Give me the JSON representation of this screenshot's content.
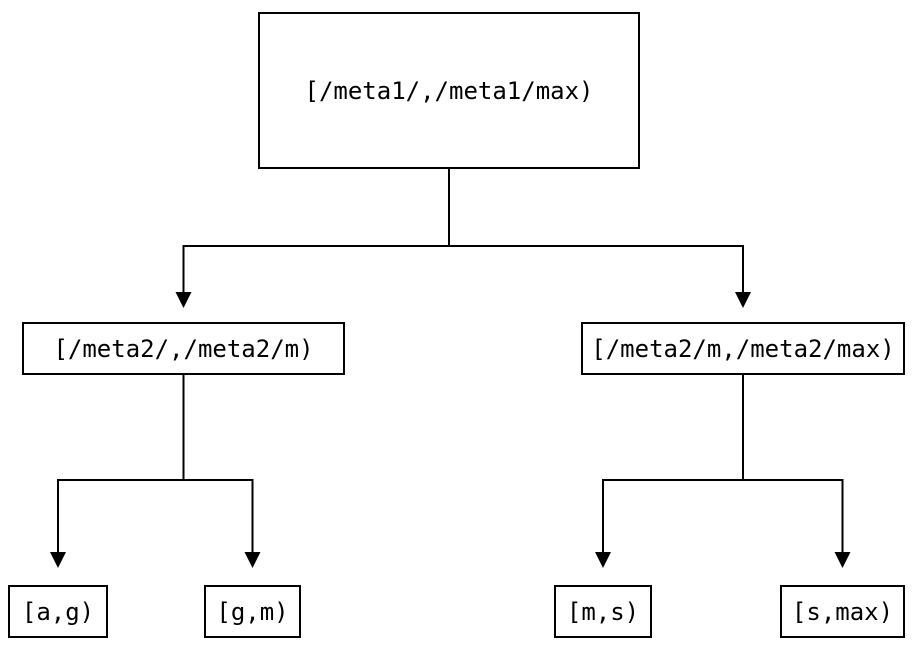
{
  "diagram": {
    "title": "interval-partition-tree",
    "colors": {
      "background": "#ffffff",
      "line": "#000000",
      "text": "#000000"
    },
    "root": {
      "label": "[/meta1/,/meta1/max)"
    },
    "level2": [
      {
        "label": "[/meta2/,/meta2/m)"
      },
      {
        "label": "[/meta2/m,/meta2/max)"
      }
    ],
    "leaves": [
      {
        "label": "[a,g)"
      },
      {
        "label": "[g,m)"
      },
      {
        "label": "[m,s)"
      },
      {
        "label": "[s,max)"
      }
    ]
  }
}
